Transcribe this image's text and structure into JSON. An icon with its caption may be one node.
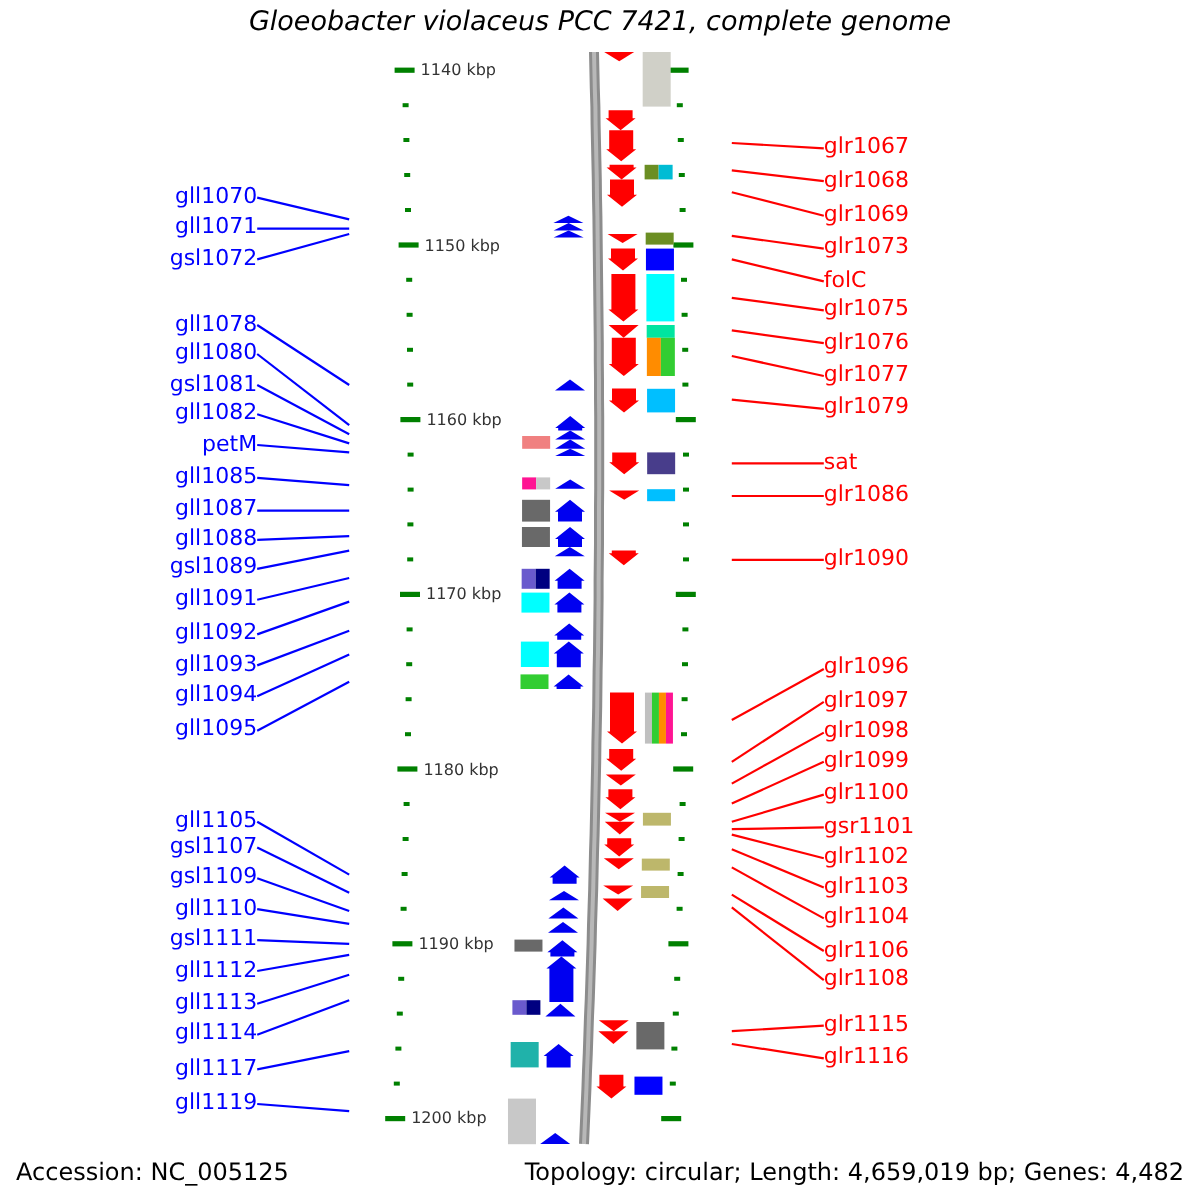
{
  "diagram": {
    "title": "Gloeobacter violaceus PCC 7421, complete genome",
    "nodes": [
      {
        "text": [
          "gll1070"
        ]
      },
      {
        "text": [
          "gll1071"
        ]
      },
      {
        "text": [
          "gsl1072"
        ]
      },
      {
        "text": [
          "gll1078"
        ]
      },
      {
        "text": [
          "gll1080"
        ]
      },
      {
        "text": [
          "gsl1081"
        ]
      },
      {
        "text": [
          "gll1082"
        ]
      },
      {
        "text": [
          "petM"
        ]
      },
      {
        "text": [
          "gll1085"
        ]
      },
      {
        "text": [
          "gll1087"
        ]
      },
      {
        "text": [
          "gll1088"
        ]
      },
      {
        "text": [
          "gsl1089"
        ]
      },
      {
        "text": [
          "gll1091"
        ]
      },
      {
        "text": [
          "gll1092"
        ]
      },
      {
        "text": [
          "gll1093"
        ]
      },
      {
        "text": [
          "gll1094"
        ]
      },
      {
        "text": [
          "gll1095"
        ]
      },
      {
        "text": [
          "gll1105"
        ]
      },
      {
        "text": [
          "gsl1107"
        ]
      },
      {
        "text": [
          "gsl1109"
        ]
      },
      {
        "text": [
          "gll1110"
        ]
      },
      {
        "text": [
          "gsl1111"
        ]
      },
      {
        "text": [
          "gll1112"
        ]
      },
      {
        "text": [
          "gll1113"
        ]
      },
      {
        "text": [
          "gll1114"
        ]
      },
      {
        "text": [
          "gll1117"
        ]
      },
      {
        "text": [
          "gll1119"
        ]
      },
      {
        "text": [
          "glr1067"
        ]
      },
      {
        "text": [
          "glr1068"
        ]
      },
      {
        "text": [
          "glr1069"
        ]
      },
      {
        "text": [
          "glr1073"
        ]
      },
      {
        "text": [
          "folC"
        ]
      },
      {
        "text": [
          "glr1075"
        ]
      },
      {
        "text": [
          "glr1076"
        ]
      },
      {
        "text": [
          "glr1077"
        ]
      },
      {
        "text": [
          "glr1079"
        ]
      },
      {
        "text": [
          "sat"
        ]
      },
      {
        "text": [
          "glr1086"
        ]
      },
      {
        "text": [
          "glr1090"
        ]
      },
      {
        "text": [
          "glr1096"
        ]
      },
      {
        "text": [
          "glr1097"
        ]
      },
      {
        "text": [
          "glr1098"
        ]
      },
      {
        "text": [
          "glr1099"
        ]
      },
      {
        "text": [
          "glr1100"
        ]
      },
      {
        "text": [
          "gsr1101"
        ]
      },
      {
        "text": [
          "glr1102"
        ]
      },
      {
        "text": [
          "glr1103"
        ]
      },
      {
        "text": [
          "glr1104"
        ]
      },
      {
        "text": [
          "glr1106"
        ]
      },
      {
        "text": [
          "glr1108"
        ]
      },
      {
        "text": [
          "glr1115"
        ]
      },
      {
        "text": [
          "glr1116"
        ]
      }
    ],
    "edges": [
      {
        "from": 0,
        "to": null,
        "arrow": "none"
      },
      {
        "from": 1,
        "to": null,
        "arrow": "none"
      },
      {
        "from": 2,
        "to": null,
        "arrow": "none"
      },
      {
        "from": 3,
        "to": null,
        "arrow": "none"
      },
      {
        "from": 4,
        "to": null,
        "arrow": "none"
      },
      {
        "from": 5,
        "to": null,
        "arrow": "none"
      },
      {
        "from": 6,
        "to": null,
        "arrow": "none"
      },
      {
        "from": 7,
        "to": null,
        "arrow": "none"
      },
      {
        "from": 8,
        "to": null,
        "arrow": "none"
      },
      {
        "from": 9,
        "to": null,
        "arrow": "none"
      },
      {
        "from": 10,
        "to": null,
        "arrow": "none"
      },
      {
        "from": 11,
        "to": null,
        "arrow": "none"
      },
      {
        "from": 12,
        "to": null,
        "arrow": "none"
      },
      {
        "from": 13,
        "to": null,
        "arrow": "none"
      },
      {
        "from": 14,
        "to": null,
        "arrow": "none"
      },
      {
        "from": 15,
        "to": null,
        "arrow": "none"
      },
      {
        "from": 16,
        "to": null,
        "arrow": "none"
      },
      {
        "from": 17,
        "to": null,
        "arrow": "none"
      },
      {
        "from": 18,
        "to": null,
        "arrow": "none"
      },
      {
        "from": 19,
        "to": null,
        "arrow": "none"
      },
      {
        "from": 20,
        "to": null,
        "arrow": "none"
      },
      {
        "from": 21,
        "to": null,
        "arrow": "none"
      },
      {
        "from": 22,
        "to": null,
        "arrow": "none"
      },
      {
        "from": 23,
        "to": null,
        "arrow": "none"
      },
      {
        "from": 24,
        "to": null,
        "arrow": "none"
      },
      {
        "from": 25,
        "to": null,
        "arrow": "none"
      },
      {
        "from": 26,
        "to": null,
        "arrow": "none"
      },
      {
        "from": 27,
        "to": null,
        "arrow": "none",
        "color": "#ff0000"
      },
      {
        "from": 28,
        "to": null,
        "arrow": "none",
        "color": "#ff0000"
      },
      {
        "from": 29,
        "to": null,
        "arrow": "none",
        "color": "#ff0000"
      },
      {
        "from": 30,
        "to": null,
        "arrow": "none",
        "color": "#ff0000"
      },
      {
        "from": 31,
        "to": null,
        "arrow": "none",
        "color": "#ff0000"
      },
      {
        "from": 32,
        "to": null,
        "arrow": "none",
        "color": "#ff0000"
      },
      {
        "from": 33,
        "to": null,
        "arrow": "none",
        "color": "#ff0000"
      },
      {
        "from": 34,
        "to": null,
        "arrow": "none",
        "color": "#ff0000"
      },
      {
        "from": 35,
        "to": null,
        "arrow": "none",
        "color": "#ff0000"
      },
      {
        "from": 36,
        "to": null,
        "arrow": "none",
        "color": "#ff0000"
      },
      {
        "from": 37,
        "to": null,
        "arrow": "none",
        "color": "#ff0000"
      },
      {
        "from": 38,
        "to": null,
        "arrow": "none",
        "color": "#ff0000"
      },
      {
        "from": 39,
        "to": null,
        "arrow": "none",
        "color": "#ff0000"
      },
      {
        "from": 40,
        "to": null,
        "arrow": "none",
        "color": "#ff0000"
      },
      {
        "from": 41,
        "to": null,
        "arrow": "none",
        "color": "#ff0000"
      },
      {
        "from": 42,
        "to": null,
        "arrow": "none",
        "color": "#ff0000"
      },
      {
        "from": 43,
        "to": null,
        "arrow": "none",
        "color": "#ff0000"
      },
      {
        "from": 44,
        "to": null,
        "arrow": "none",
        "color": "#ff0000"
      },
      {
        "from": 45,
        "to": null,
        "arrow": "none",
        "color": "#ff0000"
      },
      {
        "from": 46,
        "to": null,
        "arrow": "none",
        "color": "#ff0000"
      },
      {
        "from": 47,
        "to": null,
        "arrow": "none",
        "color": "#ff0000"
      },
      {
        "from": 48,
        "to": null,
        "arrow": "none",
        "color": "#ff0000"
      },
      {
        "from": 49,
        "to": null,
        "arrow": "none",
        "color": "#ff0000"
      },
      {
        "from": 50,
        "to": null,
        "arrow": "none",
        "color": "#ff0000"
      },
      {
        "from": 51,
        "to": null,
        "arrow": "none",
        "color": "#ff0000"
      }
    ],
    "labels": [
      "1140 kbp",
      "1150 kbp",
      "1160 kbp",
      "1170 kbp",
      "1180 kbp",
      "1190 kbp",
      "1200 kbp",
      "Accession: NC_005125",
      "Topology: circular; Length: 4,659,019 bp; Genes: 4,482"
    ]
  }
}
